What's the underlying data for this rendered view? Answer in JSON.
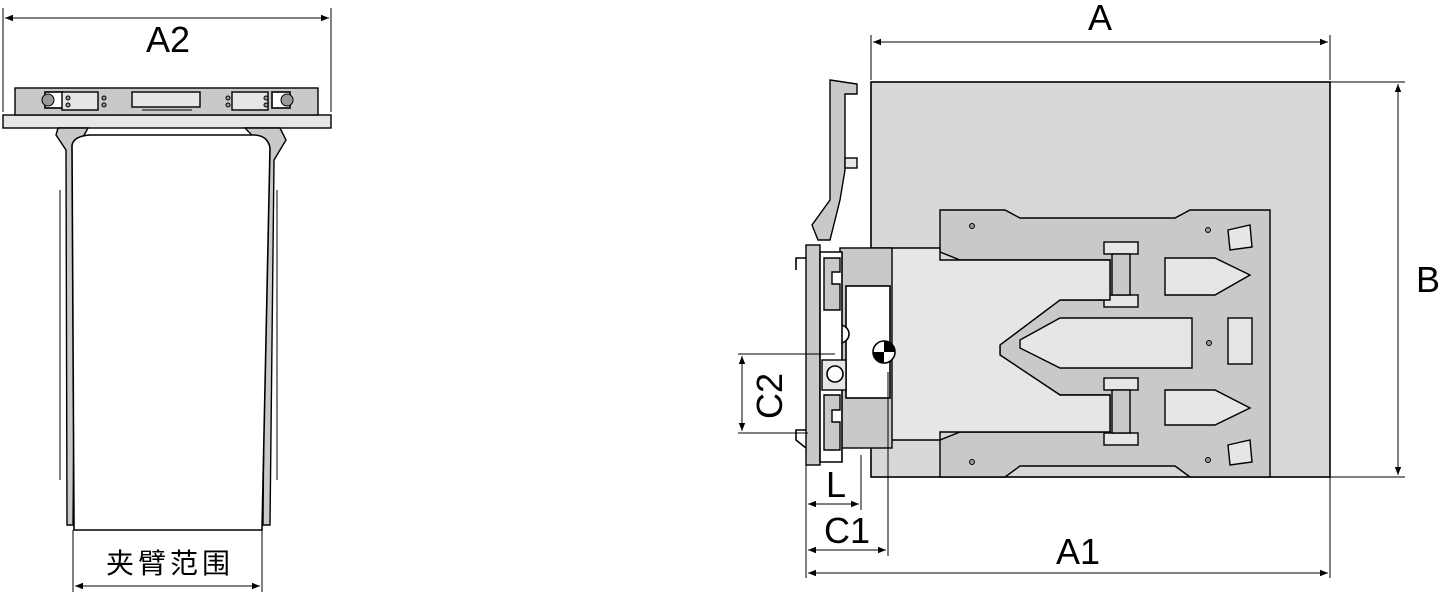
{
  "dimensions": {
    "a2": "A2",
    "clamp_range": "夹臂范围",
    "a": "A",
    "b": "B",
    "a1": "A1",
    "c1": "C1",
    "c2": "C2",
    "l": "L"
  },
  "colors": {
    "line": "#000000",
    "plate_fill": "#d8d8d8",
    "part_fill": "#c9c9c9",
    "background": "#ffffff"
  }
}
